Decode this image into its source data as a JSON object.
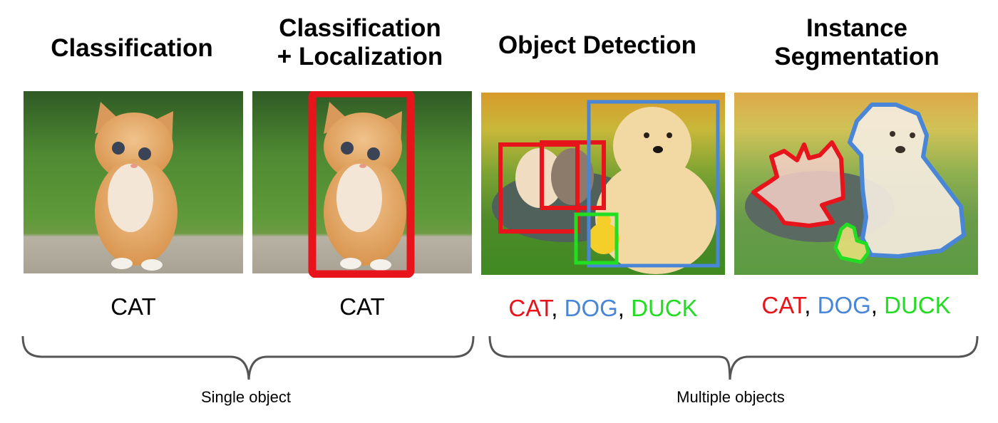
{
  "colors": {
    "cat": "#e8141c",
    "dog": "#4a86d8",
    "duck": "#22dd22",
    "text": "#000000",
    "brace": "#555555"
  },
  "tasks": [
    {
      "title_line1": "Classification",
      "title_line2": "",
      "label": "CAT",
      "image": "kitten-on-stone"
    },
    {
      "title_line1": "Classification",
      "title_line2": "+ Localization",
      "label": "CAT",
      "image": "kitten-with-bounding-box"
    },
    {
      "title_line1": "Object Detection",
      "title_line2": "",
      "labels": [
        "CAT",
        "DOG",
        "DUCK"
      ],
      "separator": ", ",
      "image": "kittens-puppy-duck-with-boxes"
    },
    {
      "title_line1": "Instance",
      "title_line2": "Segmentation",
      "labels": [
        "CAT",
        "DOG",
        "DUCK"
      ],
      "separator": ", ",
      "image": "kittens-puppy-duck-with-masks"
    }
  ],
  "groups": [
    {
      "label": "Single object"
    },
    {
      "label": "Multiple objects"
    }
  ]
}
